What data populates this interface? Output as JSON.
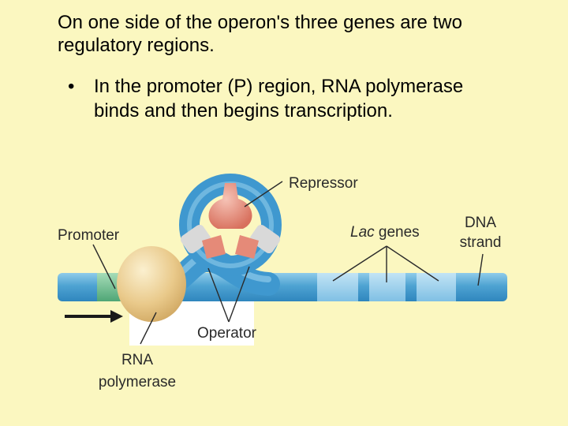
{
  "heading": "On one side of the operon's three genes are two regulatory regions.",
  "bullet": {
    "marker": "•",
    "text": "In the promoter (P) region, RNA polymerase binds and then begins transcription."
  },
  "figure": {
    "labels": {
      "repressor": "Repressor",
      "promoter": "Promoter",
      "lac_italic": "Lac",
      "lac_rest": " genes",
      "dna_line1": "DNA",
      "dna_line2": "strand",
      "operator": "Operator",
      "rna_line1": "RNA",
      "rna_line2": "polymerase"
    },
    "colors": {
      "dna": "#5aa9d6",
      "dna_highlight": "#8fcbea",
      "promoter_segment": "#79c49a",
      "polymerase": "#e9c98a",
      "repressor_ring": "#3f98cf",
      "repressor_core": "#e58a78",
      "repressor_bands": "#d9d9d9"
    }
  }
}
